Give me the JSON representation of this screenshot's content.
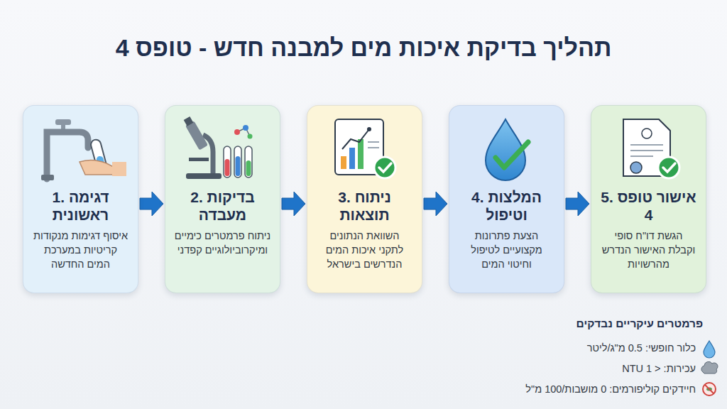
{
  "diagram": {
    "title": "תהליך בדיקת איכות מים למבנה חדש - טופס 4",
    "nodes": [
      {
        "text": [
          "1. דגימה ראשונית",
          "איסוף דגימות מנקודות קריטיות במערכת המים החדשה"
        ]
      },
      {
        "text": [
          "2. בדיקות מעבדה",
          "ניתוח פרמטרים כימיים ומיקרוביולוגיים קפדני"
        ]
      },
      {
        "text": [
          "3. ניתוח תוצאות",
          "השוואת הנתונים לתקני איכות המים הנדרשים בישראל"
        ]
      },
      {
        "text": [
          "4. המלצות וטיפול",
          "הצעת פתרונות מקצועיים לטיפול וחיטוי המים"
        ]
      },
      {
        "text": [
          "5. אישור טופס 4",
          "הגשת דו\"ח סופי וקבלת האישור הנדרש מהרשויות"
        ]
      }
    ],
    "edges": [
      {
        "from": 0,
        "to": 1,
        "arrow": "to"
      },
      {
        "from": 1,
        "to": 2,
        "arrow": "to"
      },
      {
        "from": 2,
        "to": 3,
        "arrow": "to"
      },
      {
        "from": 3,
        "to": 4,
        "arrow": "to"
      }
    ],
    "labels": [
      "פרמטרים עיקריים נבדקים"
    ],
    "legend": [
      {
        "text": "כלור חופשי: 0.5 מ\"ג/ליטר"
      },
      {
        "text": "עכירות: < 1 NTU"
      },
      {
        "text": "חיידקים קוליפורמים: 0 מושבות/100 מ\"ל"
      }
    ]
  }
}
